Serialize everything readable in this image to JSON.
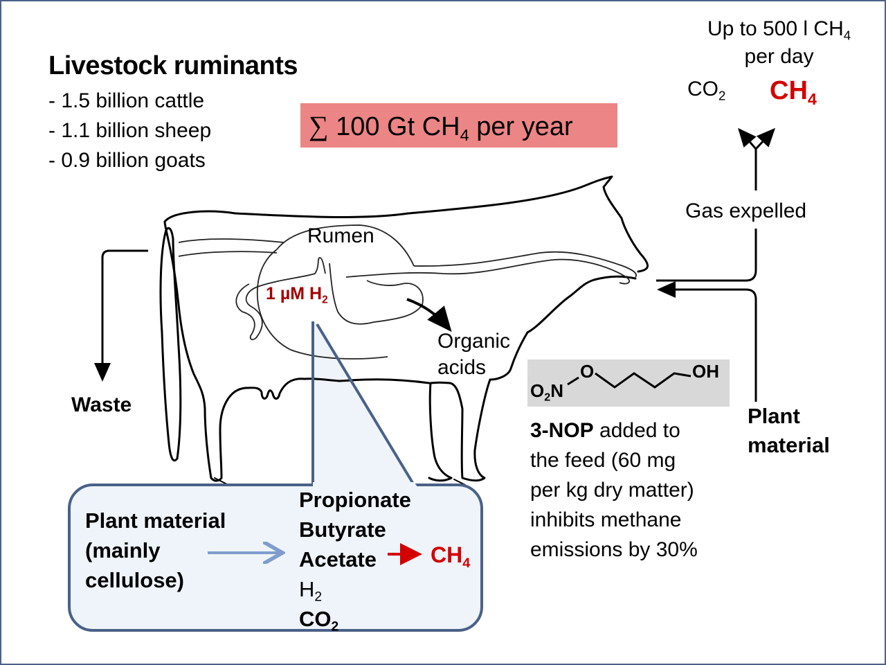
{
  "title": "Livestock ruminants",
  "livestock": [
    "- 1.5 billion cattle",
    "- 1.1 billion sheep",
    "- 0.9 billion goats"
  ],
  "total_emissions": {
    "symbol": "∑",
    "text": "100 Gt CH",
    "sub": "4",
    "suffix": " per year",
    "bg_color": "#ec8585"
  },
  "per_animal": {
    "line1": "Up to 500 l CH",
    "line1_sub": "4",
    "line2": "per day"
  },
  "gases": {
    "co2": {
      "text": "CO",
      "sub": "2"
    },
    "ch4": {
      "text": "CH",
      "sub": "4",
      "color": "#d40000"
    }
  },
  "labels": {
    "gas_expelled": "Gas expelled",
    "rumen": "Rumen",
    "h2_concentration": {
      "text": "1 µM H",
      "sub": "2"
    },
    "organic_acids": [
      "Organic",
      "acids"
    ],
    "waste": "Waste",
    "plant_material_input": [
      "Plant",
      "material"
    ]
  },
  "inhibitor": {
    "structure": {
      "o2n": "O",
      "o2n_sub": "2",
      "n": "N",
      "o": "O",
      "oh": "OH"
    },
    "name": "3-NOP",
    "description": [
      " added to",
      "the feed (60 mg",
      "per kg dry matter)",
      "inhibits methane",
      "emissions by 30%"
    ]
  },
  "inset": {
    "input": [
      "Plant material",
      "(mainly",
      "cellulose)"
    ],
    "products": [
      {
        "text": "Propionate",
        "bold": true
      },
      {
        "text": "Butyrate",
        "bold": true
      },
      {
        "text": "Acetate",
        "bold": true
      },
      {
        "text": "H",
        "sub": "2",
        "bold": false
      },
      {
        "text": "CO",
        "sub": "2",
        "bold": true
      }
    ],
    "methane": {
      "text": "CH",
      "sub": "4"
    },
    "arrow_color": "#7f9ccc",
    "border_color": "#4a6187"
  }
}
